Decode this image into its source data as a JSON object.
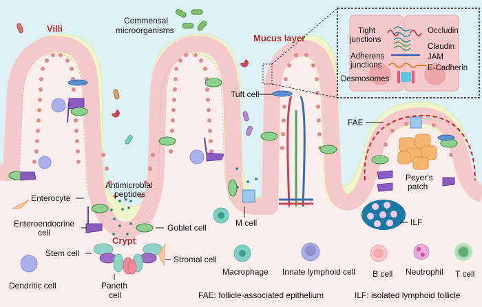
{
  "title_regions": {
    "villi": "Villi",
    "mucus_layer": "Mucus layer",
    "crypt": "Crypt"
  },
  "labels": {
    "commensal_line1": "Commensal",
    "commensal_line2": "microorganisms",
    "tuft_cell": "Tuft cell",
    "enterocyte": "Enterocyte",
    "enteroendocrine_line1": "Enteroendocrine",
    "enteroendocrine_line2": "cell",
    "stem_cell": "Stem cell",
    "dendritic_cell": "Dendritic cell",
    "paneth_line1": "Paneth",
    "paneth_line2": "cell",
    "antimicrobial_line1": "Antimicrobial",
    "antimicrobial_line2": "peptides",
    "goblet_cell": "Goblet cell",
    "stromal_cell": "Stromal cell",
    "m_cell": "M cell",
    "fae": "FAE",
    "peyers_line1": "Peyer's",
    "peyers_line2": "patch",
    "ilf": "ILF"
  },
  "inset": {
    "tight_line1": "Tight",
    "tight_line2": "junctions",
    "adherens_line1": "Adherens",
    "adherens_line2": "junctions",
    "desmosomes": "Desmosomes",
    "occludin": "Occludin",
    "claudin": "Claudin",
    "jam": "JAM",
    "e_cadherin": "E-Cadherin"
  },
  "legend": {
    "items": [
      {
        "label": "Macrophage",
        "icon": "macrophage-icon",
        "color": "#7fd0c4"
      },
      {
        "label": "Innate lymphoid cell",
        "icon": "innate-lymphoid-cell-icon",
        "color": "#a9b0e0"
      },
      {
        "label": "B cell",
        "icon": "b-cell-icon",
        "color": "#f5b8b8"
      },
      {
        "label": "Neutrophil",
        "icon": "neutrophil-icon",
        "color": "#e5a3d0"
      },
      {
        "label": "T cell",
        "icon": "t-cell-icon",
        "color": "#9fd4a8"
      }
    ]
  },
  "footnotes": {
    "fae": "FAE: follicle-associated epithelium",
    "ilf": "ILF: isolated lymphoid follicle"
  },
  "colors": {
    "lumen": "#ddf0f4",
    "lamina_propria": "#fdeeee",
    "mucus": "#eef5c8",
    "epithelium": "#f5c9c9",
    "nucleus": "#df8a8a",
    "region_label": "#c0282b"
  }
}
